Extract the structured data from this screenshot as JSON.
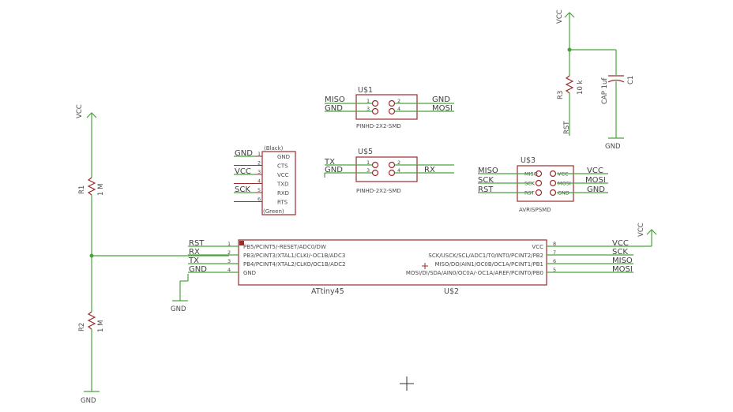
{
  "colors": {
    "wire": "#49a33a",
    "part_outline": "#9b2c2c",
    "text": "#3d3d3d",
    "pad": "#9b2c2c",
    "cursor": "#333333"
  },
  "supply": {
    "vcc": "VCC",
    "gnd": "GND"
  },
  "resistors": {
    "r1": {
      "name": "R1",
      "value": "1 M"
    },
    "r2": {
      "name": "R2",
      "value": "1 M"
    },
    "r3": {
      "name": "R3",
      "value": "10 k"
    }
  },
  "capacitor": {
    "name": "C1",
    "value": "CAP 1uf"
  },
  "reset_net": "RST",
  "ftdi_header": {
    "top_label": "(Black)",
    "bottom_label": "(Green)",
    "pins": [
      {
        "num": "1",
        "name": "GND",
        "net": "GND"
      },
      {
        "num": "2",
        "name": "CTS",
        "net": ""
      },
      {
        "num": "3",
        "name": "VCC",
        "net": "VCC"
      },
      {
        "num": "4",
        "name": "TXD",
        "net": ""
      },
      {
        "num": "5",
        "name": "RXD",
        "net": "SCK"
      },
      {
        "num": "6",
        "name": "RTS",
        "net": ""
      }
    ]
  },
  "u1": {
    "name": "U$1",
    "package": "PINHD-2X2-SMD",
    "pins": [
      "1",
      "2",
      "3",
      "4"
    ],
    "left_nets": [
      "MISO",
      "GND"
    ],
    "right_nets": [
      "GND",
      "MOSI"
    ]
  },
  "u5": {
    "name": "U$5",
    "package": "PINHD-2X2-SMD",
    "pins": [
      "1",
      "2",
      "3",
      "4"
    ],
    "left_nets": [
      "TX",
      "GND"
    ],
    "right_nets": [
      "RX",
      ""
    ]
  },
  "u3": {
    "name": "U$3",
    "package": "AVRISPSMD",
    "left_pins": [
      "MISO",
      "SCK",
      "RST"
    ],
    "right_pins": [
      "VCC",
      "MOSI",
      "GND"
    ],
    "left_nets": [
      "MISO",
      "SCK",
      "RST"
    ],
    "right_nets": [
      "VCC",
      "MOSI",
      "GND"
    ]
  },
  "attiny": {
    "name": "U$2",
    "value": "ATtiny45",
    "left_pins": [
      {
        "num": "1",
        "func": "PB5/PCINT5/-RESET/ADC0/DW",
        "net": "RST"
      },
      {
        "num": "2",
        "func": "PB3/PCINT3/XTAL1/CLKI/-OC1B/ADC3",
        "net": "RX"
      },
      {
        "num": "3",
        "func": "PB4/PCINT4/XTAL2/CLKO/OC1B/ADC2",
        "net": "TX"
      },
      {
        "num": "4",
        "func": "GND",
        "net": "GND"
      }
    ],
    "right_pins": [
      {
        "num": "8",
        "func": "VCC",
        "net": "VCC"
      },
      {
        "num": "7",
        "func": "SCK/USCK/SCL/ADC1/T0/INT0/PCINT2/PB2",
        "net": "SCK"
      },
      {
        "num": "6",
        "func": "MISO/DO/AIN1/OC0B/OC1A/PCINT1/PB1",
        "net": "MISO"
      },
      {
        "num": "5",
        "func": "MOSI/DI/SDA/AIN0/OC0A/-OC1A/AREF/PCINT0/PB0",
        "net": "MOSI"
      }
    ]
  }
}
